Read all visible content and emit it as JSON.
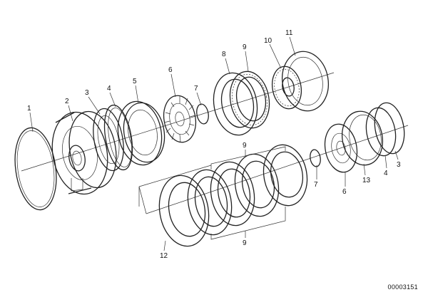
{
  "diagram": {
    "callouts": [
      "1",
      "2",
      "3",
      "4",
      "5",
      "6",
      "7",
      "8",
      "9",
      "10",
      "11",
      "9",
      "7",
      "6",
      "13",
      "4",
      "3",
      "12",
      "9"
    ],
    "document_number": "00003151"
  }
}
